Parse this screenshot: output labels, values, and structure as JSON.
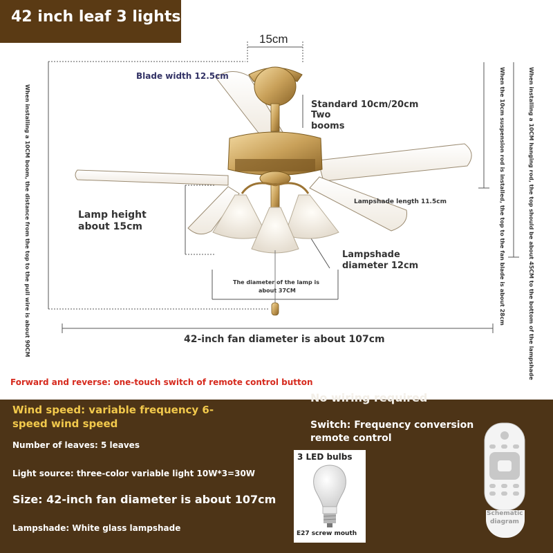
{
  "title": "42 inch leaf 3 lights",
  "diagram": {
    "top_width": "15cm",
    "blade_width": "Blade width 12.5cm",
    "booms_line1": "Standard 10cm/20cm",
    "booms_line2": "Two",
    "booms_line3": "booms",
    "lamp_height_line1": "Lamp height",
    "lamp_height_line2": "about 15cm",
    "lampshade_length": "Lampshade length 11.5cm",
    "lampshade_diameter_line1": "Lampshade",
    "lampshade_diameter_line2": "diameter 12cm",
    "lamp_diameter_line1": "The diameter of the lamp is",
    "lamp_diameter_line2": "about 37CM",
    "fan_diameter": "42-inch fan diameter is about 107cm",
    "left_note": "When installing a 10CM boom, the distance from the top to the pull wire is about 90CM",
    "right_note_a": "When installing a 10CM hanging rod, the top should be about 45CM to the bottom of the lampshade",
    "right_note_b": "When the 10cm suspension rod is installed, the top to the fan blade is about 28cm"
  },
  "features": {
    "forward_reverse": "Forward and reverse: one-touch switch of remote control button",
    "no_wiring": "No wiring required",
    "wind_speed_line1": "Wind speed: variable frequency 6-",
    "wind_speed_line2": "speed wind speed",
    "switch_line1": "Switch: Frequency conversion",
    "switch_line2": "remote control",
    "leaves": "Number of leaves: 5 leaves",
    "light_source": "Light source: three-color variable light 10W*3=30W",
    "size": "Size: 42-inch fan diameter is about 107cm",
    "lampshade": "Lampshade: White glass lampshade",
    "bulbs_title": "3 LED bulbs",
    "bulb_caption": "E27 screw mouth",
    "remote_caption_line1": "Schematic",
    "remote_caption_line2": "diagram"
  },
  "colors": {
    "title_bg": "#5a3a14",
    "panel_bg": "#4d3417",
    "accent_yellow": "#f2c94c",
    "accent_red": "#d62a1e",
    "gold": "#c9a15a"
  }
}
